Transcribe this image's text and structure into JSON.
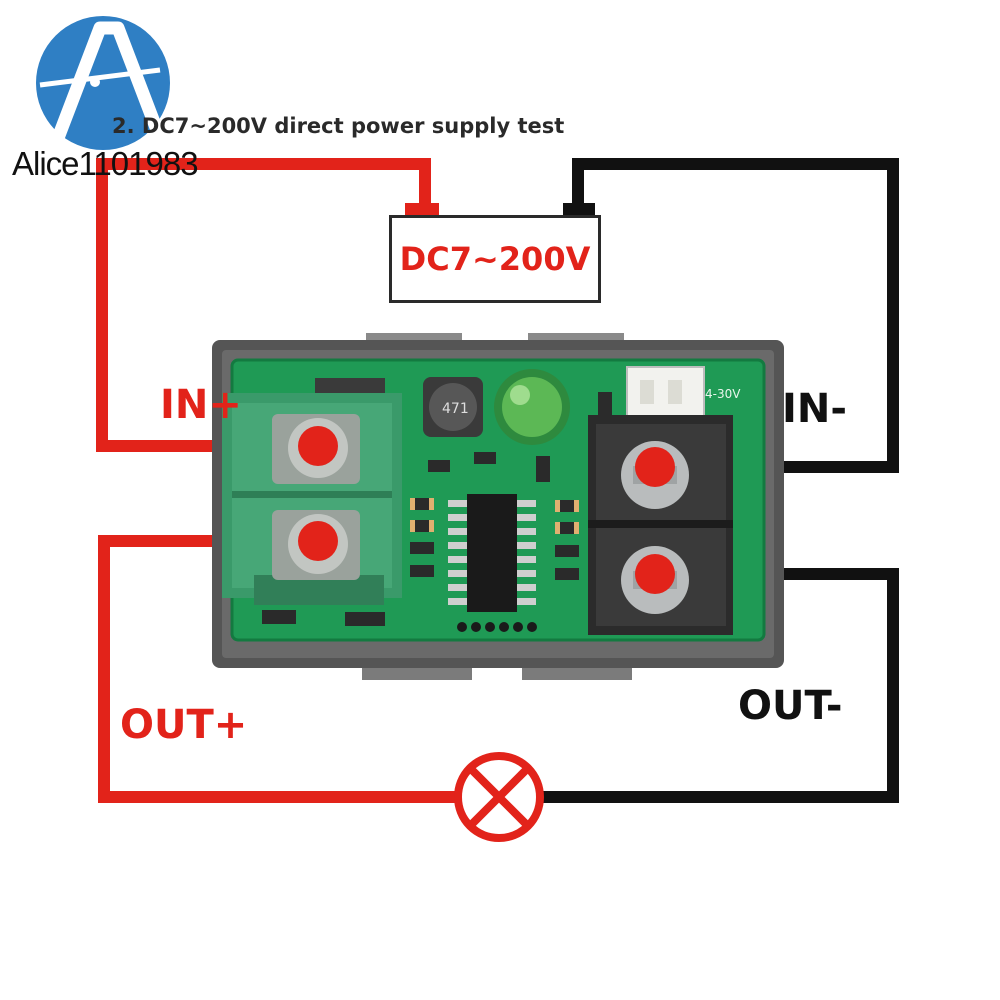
{
  "caption": "2. DC7~200V direct power supply test",
  "watermark": {
    "brand": "Alice1101983"
  },
  "power_supply": {
    "label": "DC7~200V"
  },
  "terminals": {
    "in_plus": "IN+",
    "in_minus": "IN-",
    "out_plus": "OUT+",
    "out_minus": "OUT-"
  },
  "module": {
    "inductor_marking": "471",
    "connector_marking": "4-30V"
  },
  "colors": {
    "positive_wire": "#e2231a",
    "negative_wire": "#111111",
    "pcb": "#1f9a55",
    "terminal_green": "#3a9a6a",
    "terminal_black": "#2b2b2b",
    "bezel": "#555555"
  },
  "icons": {
    "load": "lamp-icon",
    "logo": "brand-logo-icon"
  }
}
